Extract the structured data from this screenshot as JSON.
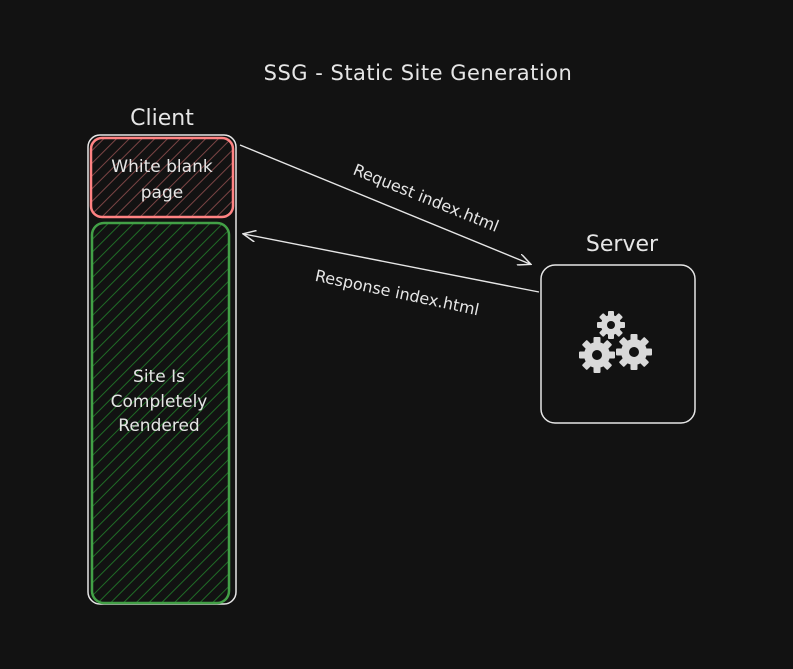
{
  "diagram": {
    "title": "SSG - Static Site Generation",
    "client": {
      "label": "Client",
      "blank_page_line1": "White blank",
      "blank_page_line2": "page",
      "rendered_line1": "Site Is",
      "rendered_line2": "Completely",
      "rendered_line3": "Rendered"
    },
    "server": {
      "label": "Server",
      "icon": "gears-icon"
    },
    "request_label": "Request index.html",
    "response_label": "Response index.html",
    "colors": {
      "background": "#121212",
      "stroke": "#e6e6e6",
      "blank_page": "#ff8383",
      "blank_page_hatch": "#8a4c4c",
      "rendered": "#43a047",
      "rendered_hatch": "#1f6b26"
    }
  }
}
